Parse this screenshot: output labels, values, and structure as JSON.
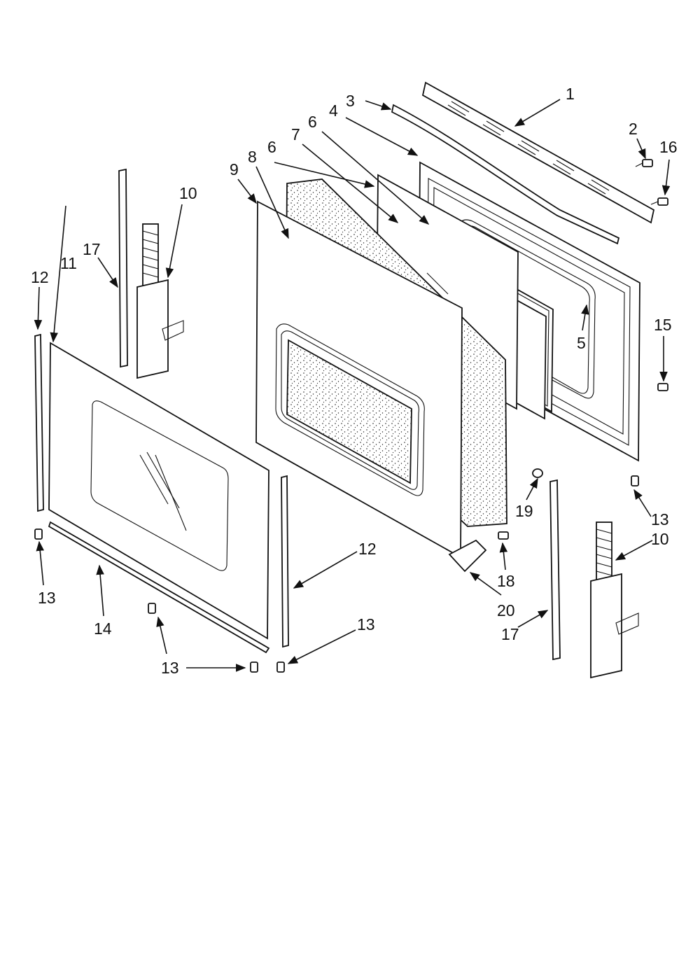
{
  "diagram": {
    "callouts": [
      {
        "id": "c1",
        "text": "1"
      },
      {
        "id": "c2",
        "text": "2"
      },
      {
        "id": "c3",
        "text": "3"
      },
      {
        "id": "c4",
        "text": "4"
      },
      {
        "id": "c5",
        "text": "5"
      },
      {
        "id": "c6a",
        "text": "6"
      },
      {
        "id": "c6b",
        "text": "6"
      },
      {
        "id": "c7",
        "text": "7"
      },
      {
        "id": "c8",
        "text": "8"
      },
      {
        "id": "c9",
        "text": "9"
      },
      {
        "id": "c10a",
        "text": "10"
      },
      {
        "id": "c10b",
        "text": "10"
      },
      {
        "id": "c11",
        "text": "11"
      },
      {
        "id": "c12a",
        "text": "12"
      },
      {
        "id": "c12b",
        "text": "12"
      },
      {
        "id": "c13a",
        "text": "13"
      },
      {
        "id": "c13b",
        "text": "13"
      },
      {
        "id": "c13c",
        "text": "13"
      },
      {
        "id": "c13d",
        "text": "13"
      },
      {
        "id": "c14",
        "text": "14"
      },
      {
        "id": "c15",
        "text": "15"
      },
      {
        "id": "c16",
        "text": "16"
      },
      {
        "id": "c17a",
        "text": "17"
      },
      {
        "id": "c17b",
        "text": "17"
      },
      {
        "id": "c18",
        "text": "18"
      },
      {
        "id": "c19",
        "text": "19"
      },
      {
        "id": "c20",
        "text": "20"
      }
    ]
  }
}
